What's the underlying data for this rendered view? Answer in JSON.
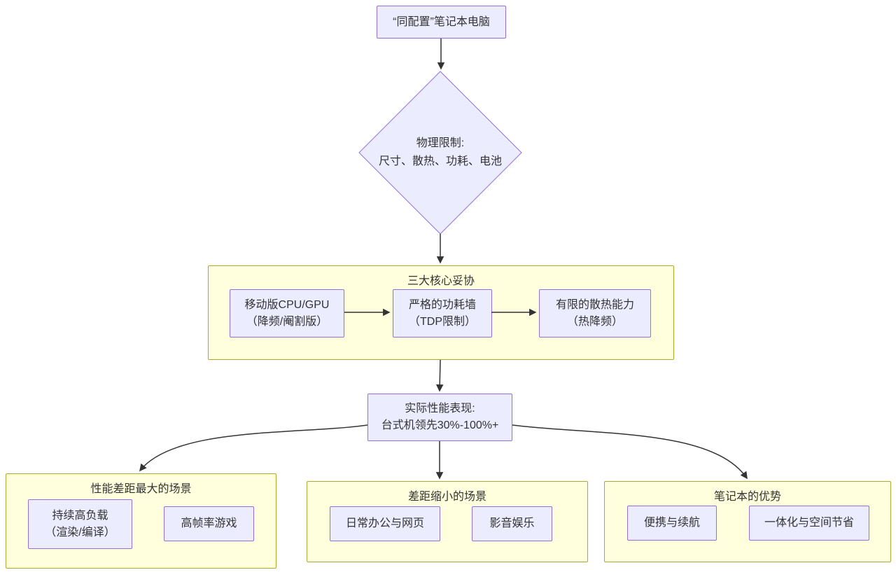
{
  "diagram": {
    "top_node": {
      "label": "“同配置”笔记本电脑"
    },
    "decision_node": {
      "lines": [
        "物理限制:",
        "尺寸、散热、功耗、电池"
      ]
    },
    "compromises": {
      "title": "三大核心妥协",
      "items": [
        {
          "lines": [
            "移动版CPU/GPU",
            "（降频/阉割版）"
          ]
        },
        {
          "lines": [
            "严格的功耗墙",
            "（TDP限制）"
          ]
        },
        {
          "lines": [
            "有限的散热能力",
            "（热降频）"
          ]
        }
      ]
    },
    "performance_node": {
      "lines": [
        "实际性能表现:",
        "台式机领先30%-100%+"
      ]
    },
    "groups": [
      {
        "title": "性能差距最大的场景",
        "items": [
          {
            "lines": [
              "持续高负载",
              "（渲染/编译）"
            ]
          },
          {
            "lines": [
              "高帧率游戏"
            ]
          }
        ]
      },
      {
        "title": "差距缩小的场景",
        "items": [
          {
            "lines": [
              "日常办公与网页"
            ]
          },
          {
            "lines": [
              "影音娱乐"
            ]
          }
        ]
      },
      {
        "title": "笔记本的优势",
        "items": [
          {
            "lines": [
              "便携与续航"
            ]
          },
          {
            "lines": [
              "一体化与空间节省"
            ]
          }
        ]
      }
    ],
    "colors": {
      "node_fill": "#ECECFF",
      "node_border": "#9370DB",
      "group_fill": "#FFFFDE",
      "group_border": "#AAAA33",
      "edge": "#333333",
      "text": "#333333"
    }
  }
}
